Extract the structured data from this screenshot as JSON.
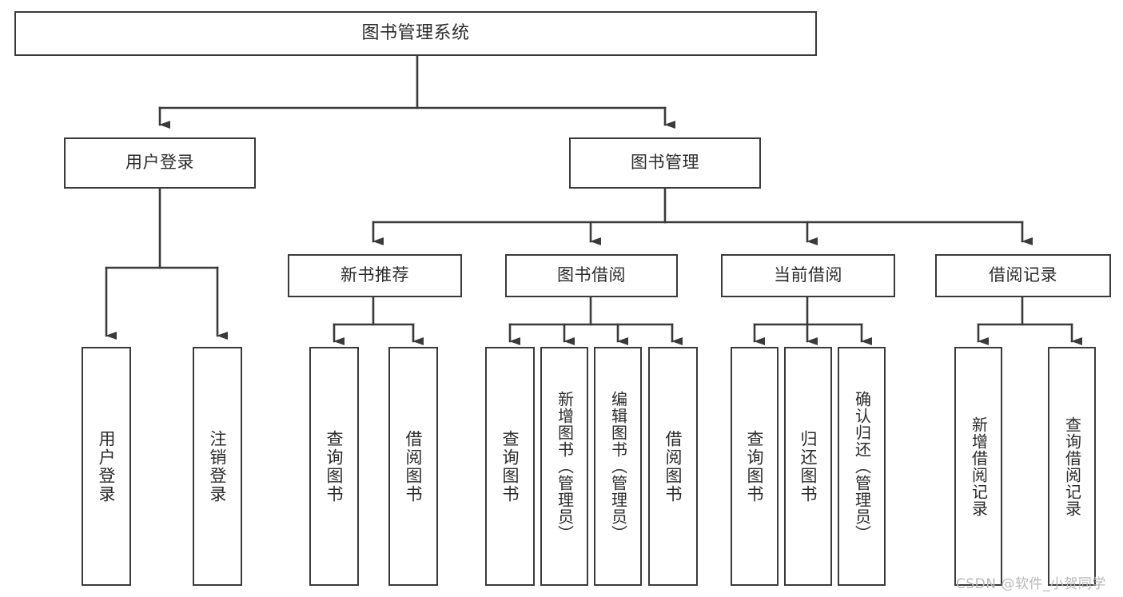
{
  "diagram": {
    "title": "图书管理系统",
    "type": "tree-hierarchy",
    "colors": {
      "stroke": "#3a3a3a",
      "fill": "#ffffff",
      "text": "#2b2b2b",
      "watermark": "#b9b9b9"
    },
    "levels": {
      "root": "图书管理系统",
      "level2": [
        "用户登录",
        "图书管理"
      ],
      "level3": [
        "新书推荐",
        "图书借阅",
        "当前借阅",
        "借阅记录"
      ]
    },
    "nodes": {
      "root": {
        "label": "图书管理系统"
      },
      "user_login": {
        "label": "用户登录"
      },
      "book_manage": {
        "label": "图书管理"
      },
      "new_book_rec": {
        "label": "新书推荐"
      },
      "book_borrow": {
        "label": "图书借阅"
      },
      "current_borrow": {
        "label": "当前借阅"
      },
      "borrow_record": {
        "label": "借阅记录"
      },
      "leaf_user_login": {
        "label": "用户登录"
      },
      "leaf_logout": {
        "label": "注销登录"
      },
      "leaf_query_book_1": {
        "label": "查询图书"
      },
      "leaf_borrow_book_1": {
        "label": "借阅图书"
      },
      "leaf_query_book_2": {
        "label": "查询图书"
      },
      "leaf_add_book": {
        "label": "新增图书（管理员）"
      },
      "leaf_edit_book": {
        "label": "编辑图书（管理员）"
      },
      "leaf_borrow_book_2": {
        "label": "借阅图书"
      },
      "leaf_query_book_3": {
        "label": "查询图书"
      },
      "leaf_return_book": {
        "label": "归还图书"
      },
      "leaf_confirm_return": {
        "label": "确认归还（管理员）"
      },
      "leaf_add_record": {
        "label": "新增借阅记录"
      },
      "leaf_query_record": {
        "label": "查询借阅记录"
      }
    },
    "watermark": "CSDN @软件_小贺同学"
  }
}
